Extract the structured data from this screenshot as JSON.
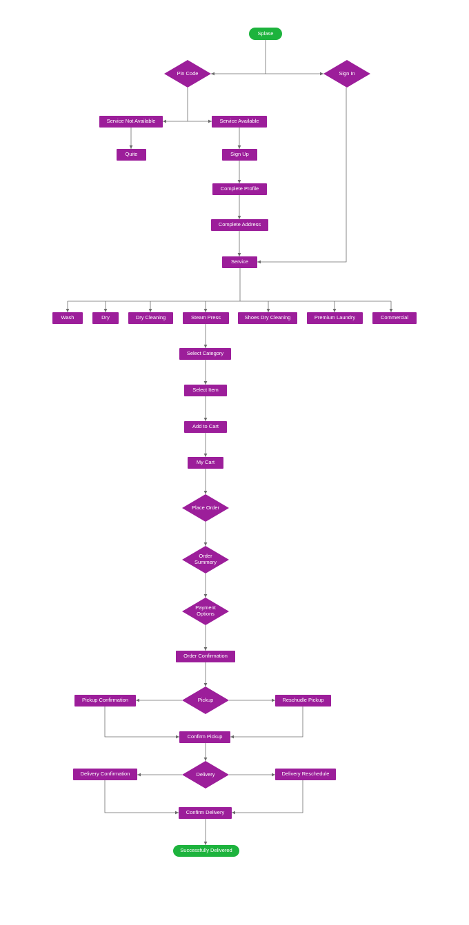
{
  "colors": {
    "process": "#9c1e9a",
    "terminal": "#1db33d",
    "connector": "#6b6b6b",
    "text": "#ffffff"
  },
  "nodes": {
    "splash": "Splase",
    "pin_code": "Pin Code",
    "sign_in": "Sign In",
    "service_not_available": "Service Not Available",
    "service_available": "Service Available",
    "quite": "Quite",
    "sign_up": "Sign Up",
    "complete_profile": "Complete Profile",
    "complete_address": "Complete Address",
    "service": "Service",
    "wash": "Wash",
    "dry": "Dry",
    "dry_cleaning": "Dry Cleaning",
    "steam_press": "Steam Press",
    "shoes_dry_cleaning": "Shoes Dry Cleaning",
    "premium_laundry": "Premium Laundry",
    "commercial": "Commercial",
    "select_category": "Select Category",
    "select_item": "Select Item",
    "add_to_cart": "Add to Cart",
    "my_cart": "My Cart",
    "place_order": "Place Order",
    "order_summery": "Order\nSummery",
    "payment_options": "Payment\nOptions",
    "order_confirmation": "Order Confirmation",
    "pickup": "Pickup",
    "pickup_confirmation": "Pickup Confirmation",
    "reschudle_pickup": "Reschudle Pickup",
    "confirm_pickup": "Confirm Pickup",
    "delivery": "Delivery",
    "delivery_confirmation": "Delivery Confirmation",
    "delivery_reschedule": "Delivery Reschedule",
    "confirm_delivery": "Confirm Delivery",
    "successfully_delivered": "Successfully Delivered"
  },
  "edges": [
    [
      "splash",
      "pin_code"
    ],
    [
      "splash",
      "sign_in"
    ],
    [
      "pin_code",
      "service_not_available"
    ],
    [
      "pin_code",
      "service_available"
    ],
    [
      "service_not_available",
      "quite"
    ],
    [
      "service_available",
      "sign_up"
    ],
    [
      "sign_up",
      "complete_profile"
    ],
    [
      "complete_profile",
      "complete_address"
    ],
    [
      "complete_address",
      "service"
    ],
    [
      "sign_in",
      "service"
    ],
    [
      "service",
      "wash"
    ],
    [
      "service",
      "dry"
    ],
    [
      "service",
      "dry_cleaning"
    ],
    [
      "service",
      "steam_press"
    ],
    [
      "service",
      "shoes_dry_cleaning"
    ],
    [
      "service",
      "premium_laundry"
    ],
    [
      "service",
      "commercial"
    ],
    [
      "steam_press",
      "select_category"
    ],
    [
      "select_category",
      "select_item"
    ],
    [
      "select_item",
      "add_to_cart"
    ],
    [
      "add_to_cart",
      "my_cart"
    ],
    [
      "my_cart",
      "place_order"
    ],
    [
      "place_order",
      "order_summery"
    ],
    [
      "order_summery",
      "payment_options"
    ],
    [
      "payment_options",
      "order_confirmation"
    ],
    [
      "order_confirmation",
      "pickup"
    ],
    [
      "pickup",
      "pickup_confirmation"
    ],
    [
      "pickup",
      "reschudle_pickup"
    ],
    [
      "pickup_confirmation",
      "confirm_pickup"
    ],
    [
      "reschudle_pickup",
      "confirm_pickup"
    ],
    [
      "confirm_pickup",
      "delivery"
    ],
    [
      "delivery",
      "delivery_confirmation"
    ],
    [
      "delivery",
      "delivery_reschedule"
    ],
    [
      "delivery_confirmation",
      "confirm_delivery"
    ],
    [
      "delivery_reschedule",
      "confirm_delivery"
    ],
    [
      "confirm_delivery",
      "successfully_delivered"
    ]
  ]
}
